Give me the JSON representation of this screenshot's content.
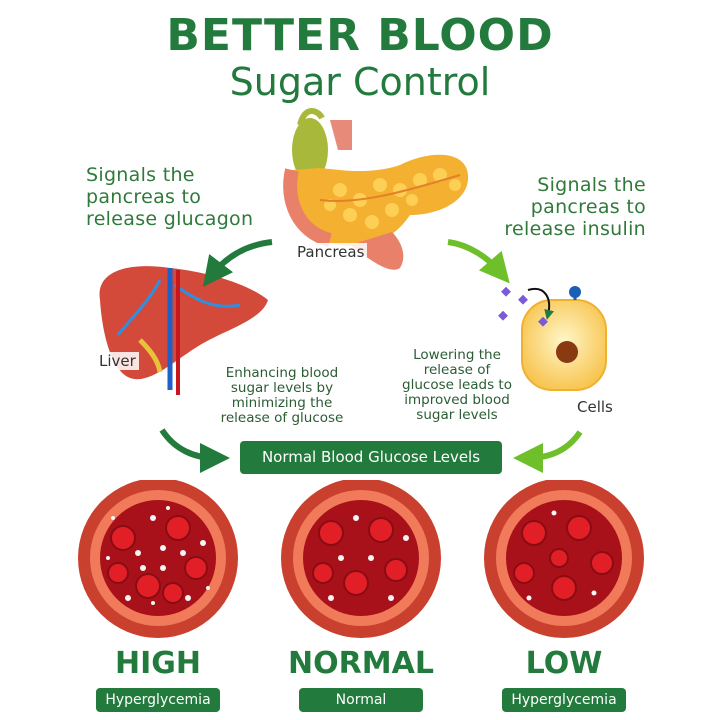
{
  "title": {
    "line1": "BETTER BLOOD",
    "line2": "Sugar Control"
  },
  "pancreas_label": "Pancreas",
  "liver_label": "Liver",
  "cells_label": "Cells",
  "left_signal": [
    "Signals the",
    "pancreas to",
    "release glucagon"
  ],
  "right_signal": [
    "Signals the",
    "pancreas to",
    "release insulin"
  ],
  "left_note": [
    "Enhancing blood",
    "sugar levels by",
    "minimizing the",
    "release of glucose"
  ],
  "right_note": [
    "Lowering the",
    "release of",
    "glucose leads to",
    "improved blood",
    "sugar levels"
  ],
  "center_banner": "Normal Blood Glucose Levels",
  "states": [
    {
      "name": "HIGH",
      "tag": "Hyperglycemia"
    },
    {
      "name": "NORMAL",
      "tag": "Normal"
    },
    {
      "name": "LOW",
      "tag": "Hyperglycemia"
    }
  ],
  "colors": {
    "green": "#237a3d",
    "arrow": "#6fbf2a",
    "blood": "#c8161d"
  }
}
